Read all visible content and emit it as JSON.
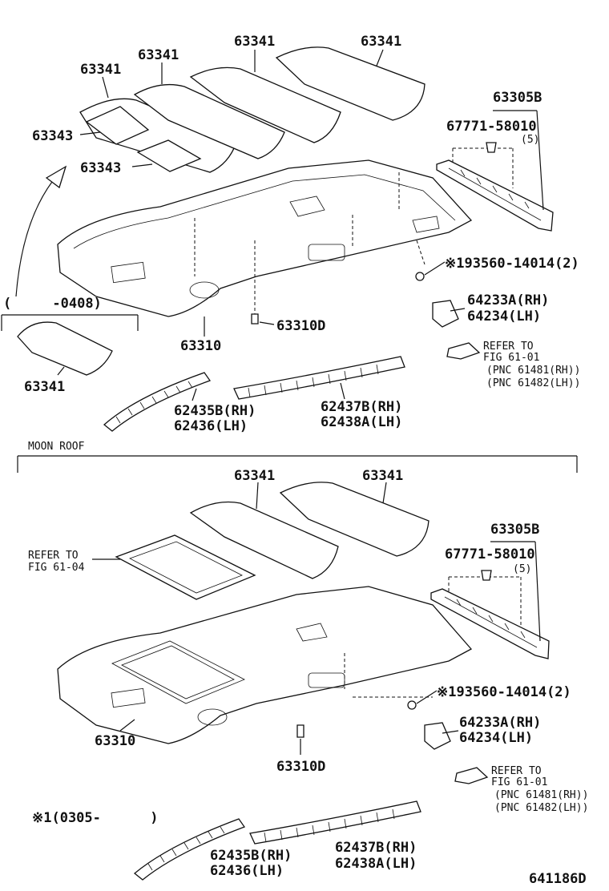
{
  "top": {
    "labels": {
      "p63341_a": "63341",
      "p63341_b": "63341",
      "p63341_c": "63341",
      "p63341_d": "63341",
      "p63343_a": "63343",
      "p63343_b": "63343",
      "p63305b": "63305B",
      "p67771": "67771-58010",
      "q5": "(5)",
      "p93560": "※193560-14014(2)",
      "p64233a": "64233A(RH)",
      "p64234": "64234(LH)",
      "refer1": "REFER TO",
      "fig1": "FIG 61-01",
      "pnc1": "(PNC 61481(RH))",
      "pnc2": "(PNC 61482(LH))",
      "p63310d": "63310D",
      "p63310": "63310",
      "date_range": "(     -0408)",
      "p63341_e": "63341",
      "p62435b": "62435B(RH)",
      "p62436": "62436(LH)",
      "p62437b": "62437B(RH)",
      "p62438a": "62438A(LH)"
    }
  },
  "section_title": "MOON ROOF",
  "bottom": {
    "labels": {
      "p63341_a": "63341",
      "p63341_b": "63341",
      "p63305b": "63305B",
      "refer_moon": "REFER TO",
      "fig_moon": "FIG 61-04",
      "p67771": "67771-58010",
      "q5": "(5)",
      "p93560": "※193560-14014(2)",
      "p64233a": "64233A(RH)",
      "p64234": "64234(LH)",
      "p63310": "63310",
      "p63310d": "63310D",
      "refer1": "REFER TO",
      "fig1": "FIG 61-01",
      "pnc1": "(PNC 61481(RH))",
      "pnc2": "(PNC 61482(LH))",
      "note": "※1(0305-      )",
      "p62435b": "62435B(RH)",
      "p62436": "62436(LH)",
      "p62437b": "62437B(RH)",
      "p62438a": "62438A(LH)"
    }
  },
  "figure_code": "641186D"
}
